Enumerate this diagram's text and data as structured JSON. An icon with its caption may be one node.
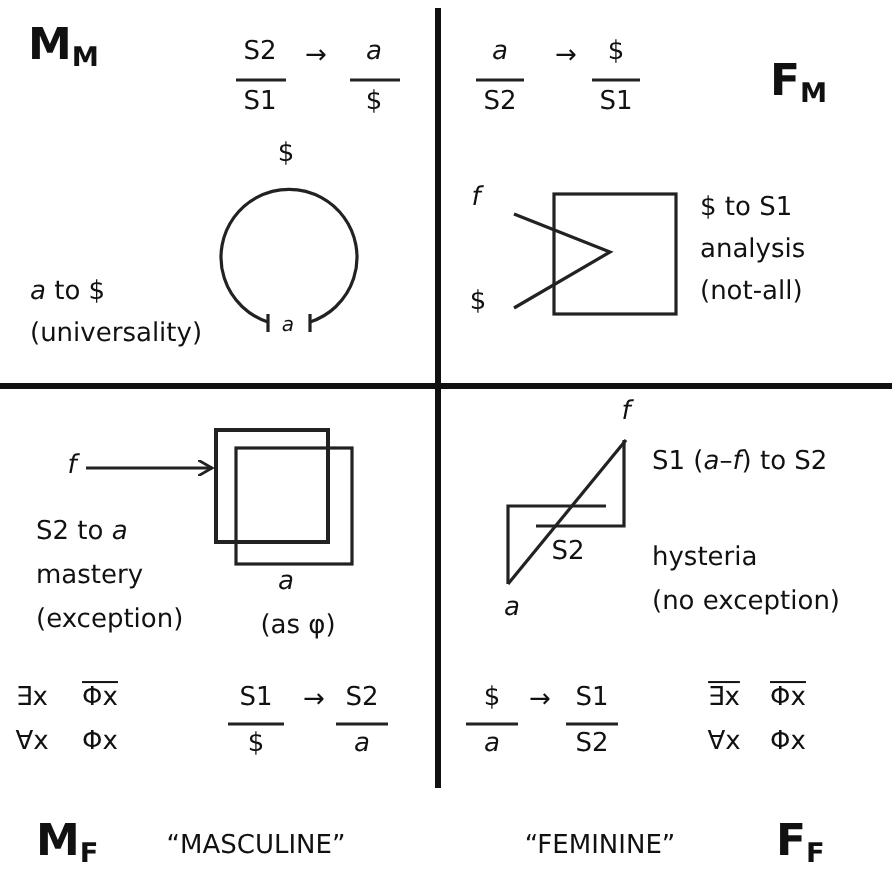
{
  "diagram": {
    "nodes": [
      {
        "text": [
          "f"
        ]
      },
      {
        "text": [],
        "shape": "box"
      }
    ],
    "edges": [
      {
        "from": 0,
        "to": 1,
        "arrow": "to"
      }
    ],
    "labels": [
      "M$_{M}$",
      "S2",
      "S1",
      "→",
      "a",
      "$",
      "a",
      "S2",
      "→",
      "$",
      "S1",
      "F$_{M}$",
      "$",
      "*a* to $",
      "(universality)",
      "a",
      "f",
      "$",
      "$ to S1",
      "analysis",
      "(not-all)",
      "S2 to *a*",
      "mastery",
      "(exception)",
      "a",
      "(as φ)",
      "f",
      "S1 (*a*–*f*) to S2",
      "S2",
      "a",
      "hysteria",
      "(no exception)",
      "∃x",
      "Φx",
      "∀x",
      "Φx",
      "S1",
      "$",
      "→",
      "S2",
      "a",
      "$",
      "a",
      "→",
      "S1",
      "S2",
      "∃x",
      "Φx",
      "∀x",
      "Φx",
      "M$_{F}$",
      "“MASCULINE”",
      "“FEMININE”",
      "F$_{F}$"
    ]
  }
}
